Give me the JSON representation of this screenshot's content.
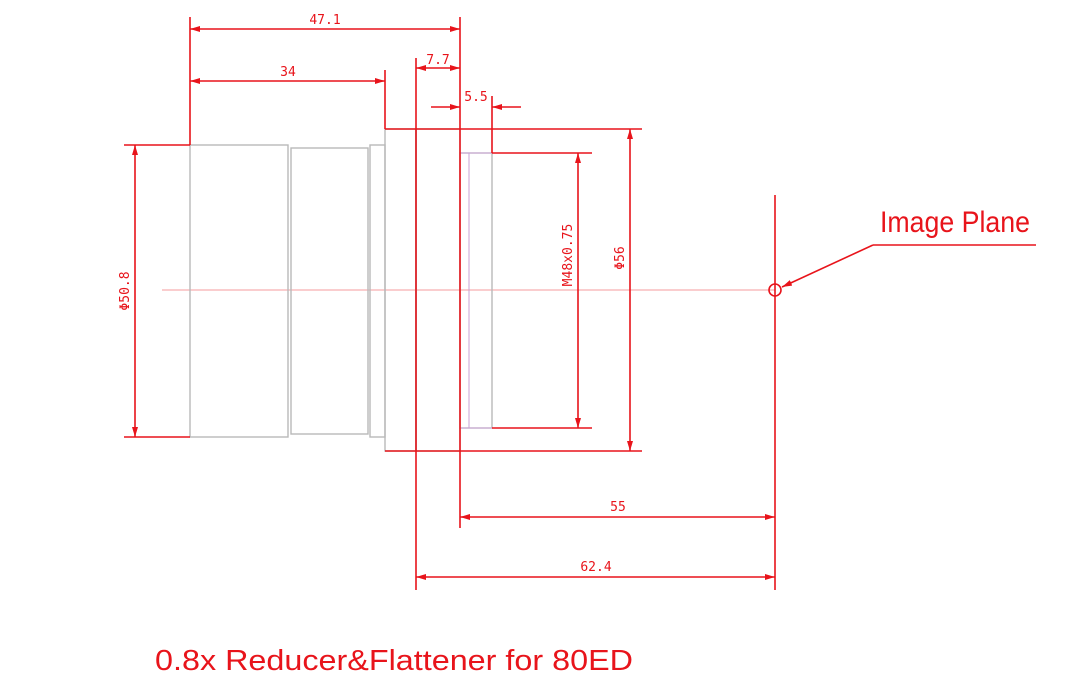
{
  "title": "0.8x Reducer&Flattener for 80ED",
  "callout": "Image Plane",
  "dimensions": {
    "overall_length": "47.1",
    "barrel_length": "34",
    "flange_offset": "7.7",
    "thread_length": "5.5",
    "barrel_diameter": "Φ50.8",
    "thread_spec": "M48x0.75",
    "flange_diameter": "Φ56",
    "back_focus": "55",
    "total_to_image_plane": "62.4"
  },
  "colors": {
    "annotation": "#e8141b",
    "outline": "#b9b9b9"
  }
}
